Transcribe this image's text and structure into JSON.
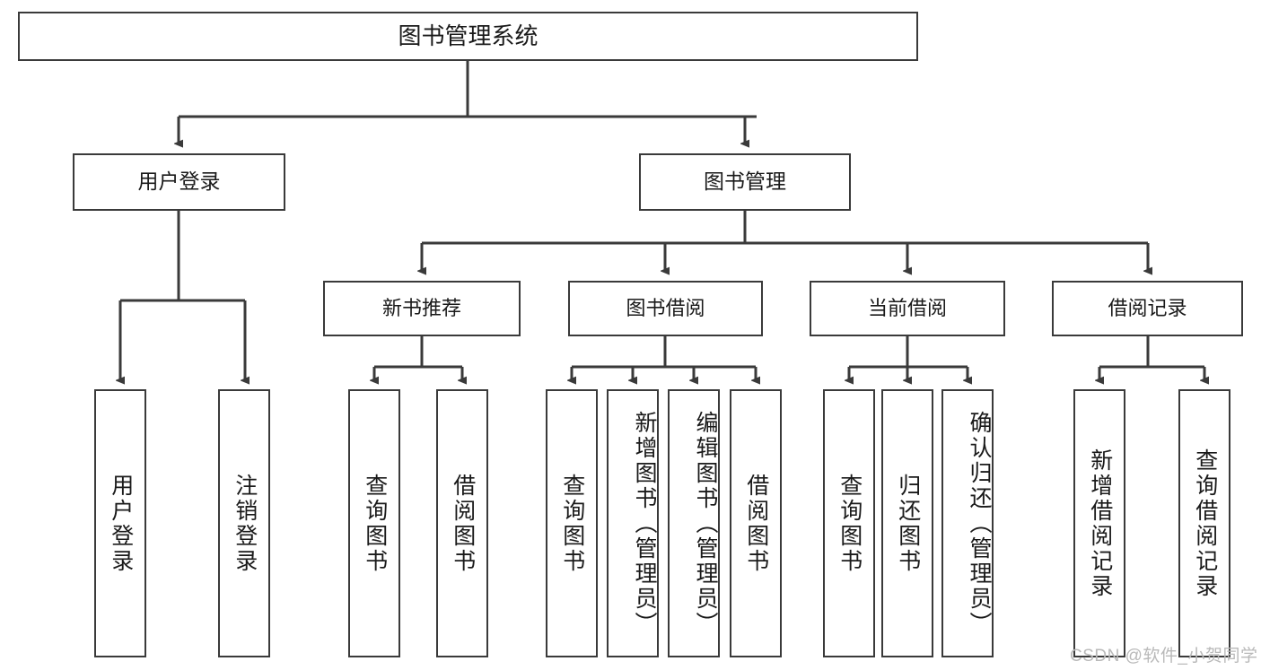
{
  "diagram": {
    "type": "hierarchy-tree",
    "title": "图书管理系统",
    "background_color": "#ffffff",
    "line_color": "#3a3a3a",
    "box_border_color": "#3a3a3a",
    "text_color": "#1a1a1a"
  },
  "root": {
    "label": "图书管理系统"
  },
  "level1": [
    {
      "label": "用户登录"
    },
    {
      "label": "图书管理"
    }
  ],
  "level2": [
    {
      "label": "新书推荐"
    },
    {
      "label": "图书借阅"
    },
    {
      "label": "当前借阅"
    },
    {
      "label": "借阅记录"
    }
  ],
  "leaves": {
    "user_login": [
      {
        "label": "用户登录"
      },
      {
        "label": "注销登录"
      }
    ],
    "new_book_recommend": [
      {
        "label": "查询图书"
      },
      {
        "label": "借阅图书"
      }
    ],
    "book_borrow": [
      {
        "label": "查询图书"
      },
      {
        "label": "新增图书（管理员）"
      },
      {
        "label": "编辑图书（管理员）"
      },
      {
        "label": "借阅图书"
      }
    ],
    "current_borrow": [
      {
        "label": "查询图书"
      },
      {
        "label": "归还图书"
      },
      {
        "label": "确认归还（管理员）"
      }
    ],
    "borrow_record": [
      {
        "label": "新增借阅记录"
      },
      {
        "label": "查询借阅记录"
      }
    ]
  },
  "watermark": {
    "text": "CSDN @软件_小贺同学"
  }
}
